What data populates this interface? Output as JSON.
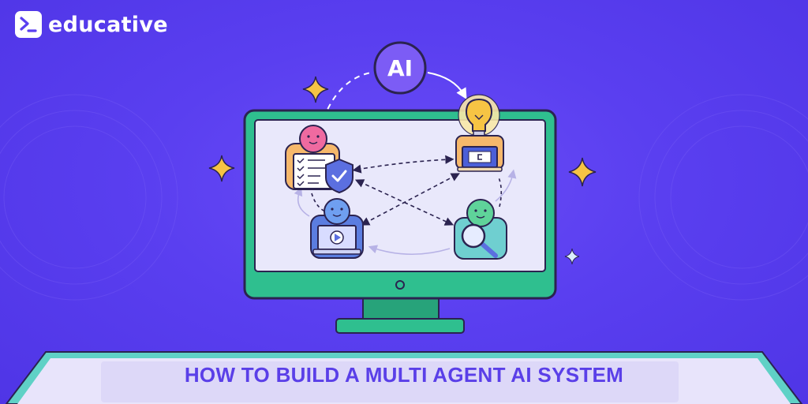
{
  "brand": {
    "name": "educative",
    "logo_icon": "terminal-prompt-icon"
  },
  "hero": {
    "ai_badge": "AI"
  },
  "banner": {
    "title": "HOW TO BUILD A MULTI AGENT AI SYSTEM"
  },
  "colors": {
    "background": "#5a3ff0",
    "monitor": "#2fbf8f",
    "screen": "#e9e8fb",
    "banner": "#e8e4fb",
    "accent_text": "#5a3fe8",
    "sparkle": "#f6c444"
  }
}
